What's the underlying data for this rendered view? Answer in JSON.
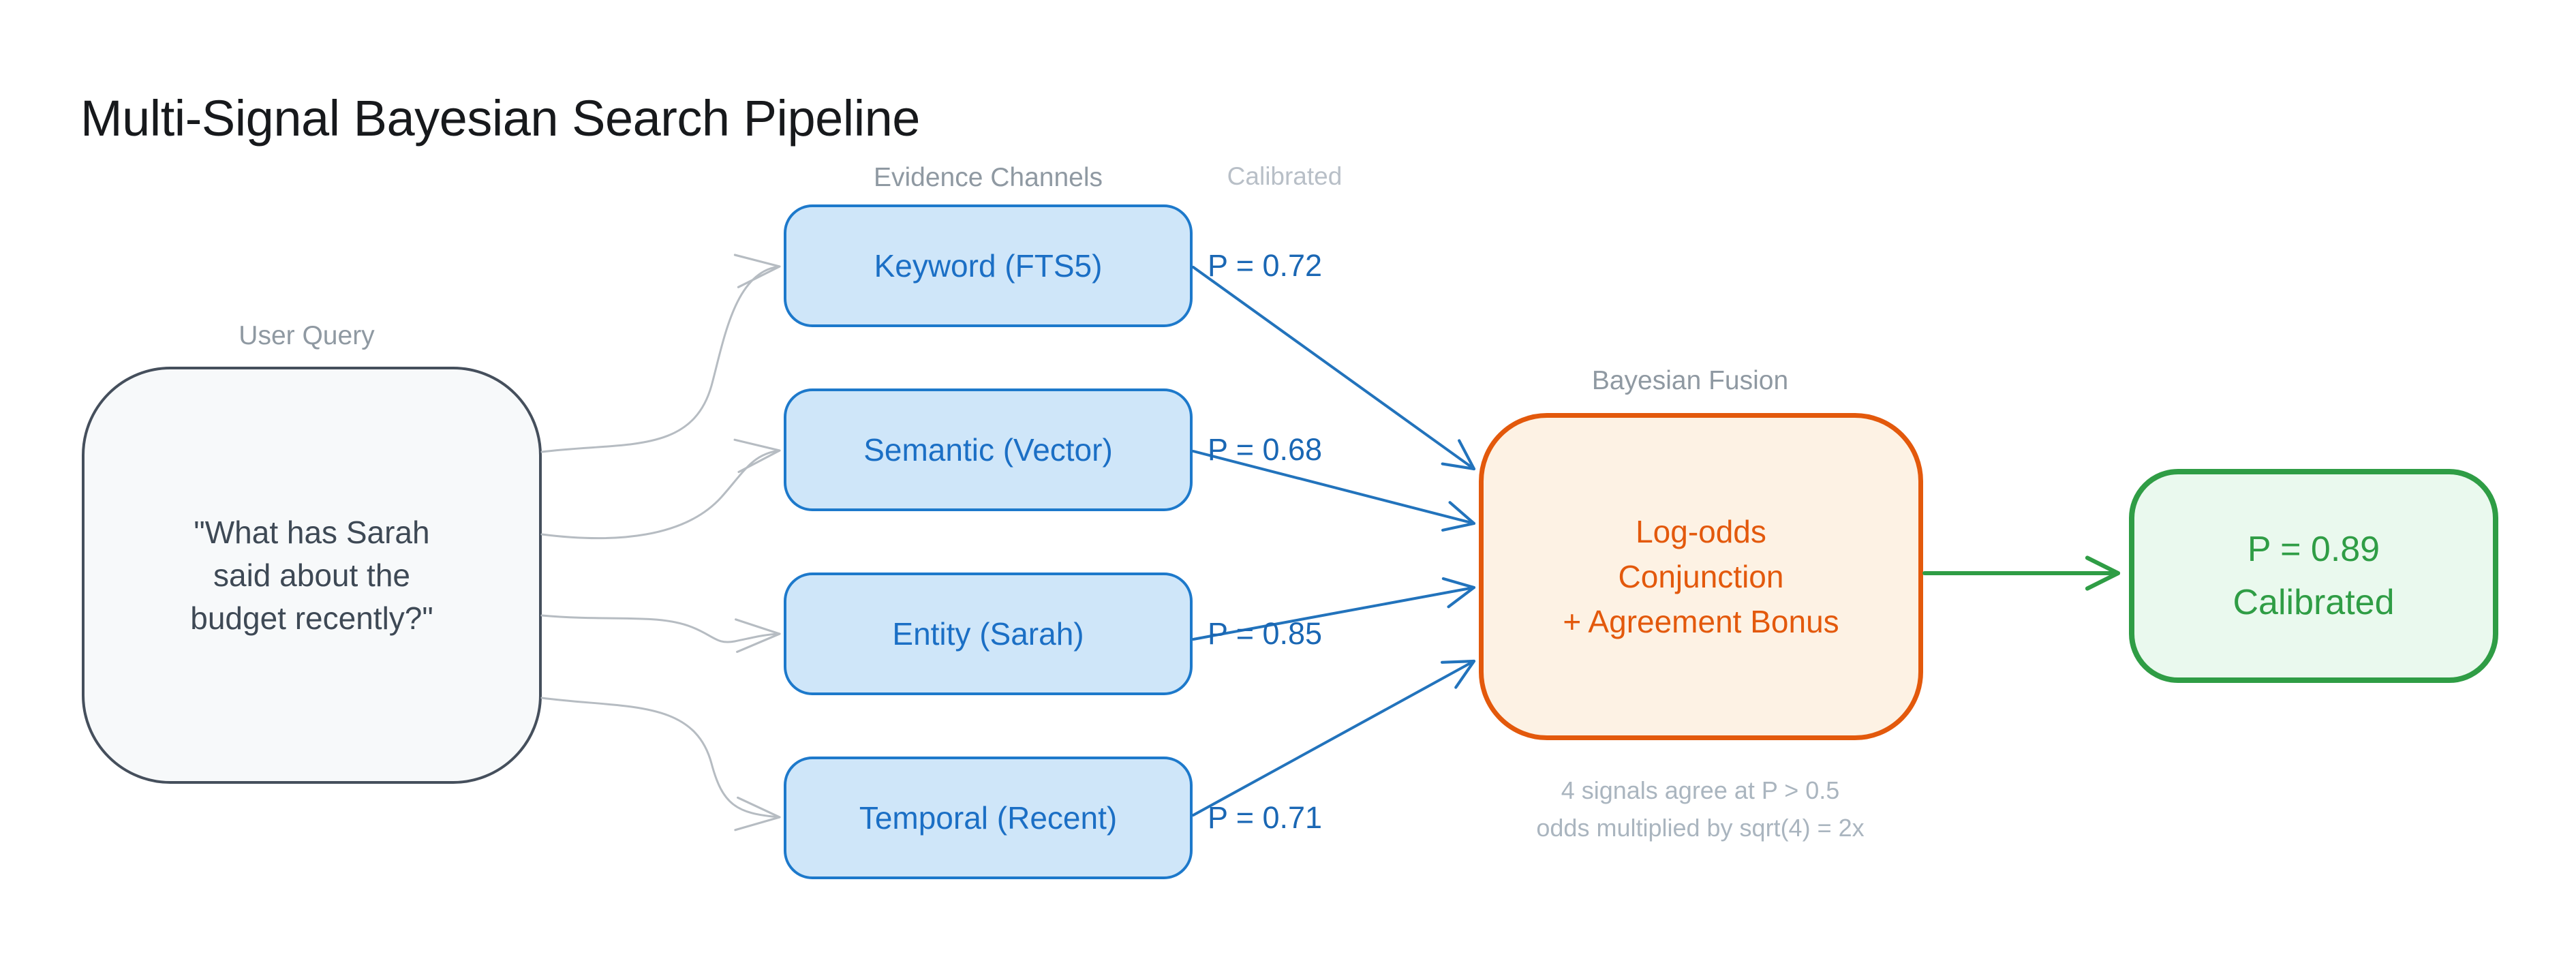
{
  "title": "Multi-Signal Bayesian Search Pipeline",
  "labels": {
    "user_query": "User Query",
    "evidence_channels": "Evidence Channels",
    "calibrated": "Calibrated",
    "bayesian_fusion": "Bayesian Fusion"
  },
  "query_node": {
    "lines": [
      "\"What has Sarah",
      "said about the",
      "budget recently?\""
    ]
  },
  "channels": [
    {
      "label": "Keyword (FTS5)",
      "p": "P = 0.72"
    },
    {
      "label": "Semantic (Vector)",
      "p": "P = 0.68"
    },
    {
      "label": "Entity (Sarah)",
      "p": "P = 0.85"
    },
    {
      "label": "Temporal (Recent)",
      "p": "P = 0.71"
    }
  ],
  "fusion_node": {
    "lines": [
      "Log-odds",
      "Conjunction",
      "+ Agreement Bonus"
    ],
    "note_lines": [
      "4 signals agree at P > 0.5",
      "odds multiplied by sqrt(4) = 2x"
    ]
  },
  "output_node": {
    "lines": [
      "P = 0.89",
      "Calibrated"
    ]
  },
  "colors": {
    "canvas-bg": "#ffffff",
    "title-color": "#17191c",
    "label-gray": "#8f99a2",
    "label-light-gray": "#b8bfc7",
    "query-border": "#454f5c",
    "query-bg": "#f7f9fa",
    "query-text": "#3e4955",
    "channel-border": "#1d79cb",
    "channel-bg": "#cfe6f9",
    "channel-text": "#1b6fc5",
    "p-label-color": "#1a67b4",
    "edge-blue": "#2273bc",
    "edge-gray": "#b6bcc2",
    "edge-green": "#2f9d45",
    "fusion-border": "#e3590c",
    "fusion-bg": "#fdf2e4",
    "fusion-text": "#e3590c",
    "note-color": "#aab5bf",
    "output-border": "#2f9d45",
    "output-bg": "#eaf9ee",
    "output-text": "#2f9d45"
  }
}
